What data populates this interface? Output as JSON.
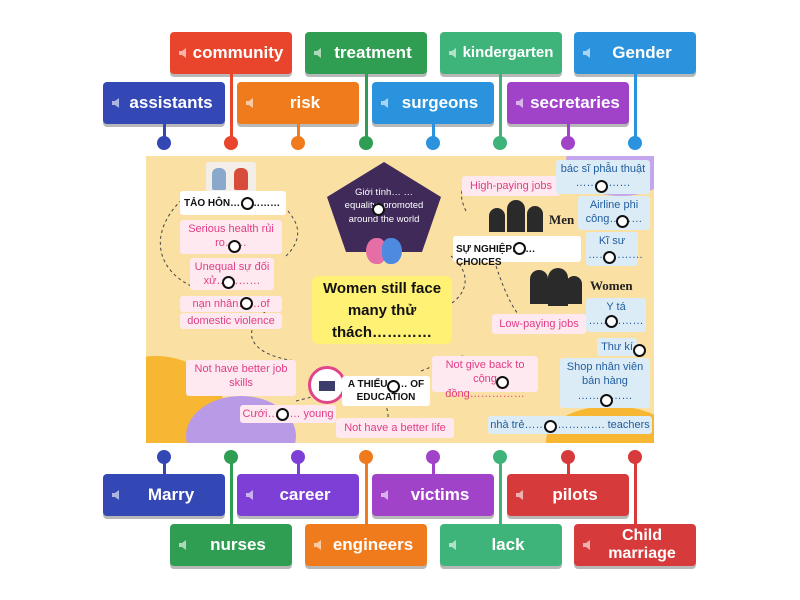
{
  "tiles_top": [
    "community",
    "treatment",
    "kindergarten",
    "Gender",
    "assistants",
    "risk",
    "surgeons",
    "secretaries"
  ],
  "tiles_bottom": [
    "Marry",
    "career",
    "victims",
    "pilots",
    "nurses",
    "engineers",
    "lack",
    "Child marriage"
  ],
  "colors": {
    "red": "#e8452c",
    "green": "#2f9e52",
    "teal": "#3fb47a",
    "blue": "#2b93dd",
    "navy": "#3348b5",
    "orange": "#f07b1c",
    "purple": "#a143c9",
    "violet": "#7d3fd6",
    "board": "#fbe0a4"
  },
  "board": {
    "center_title": "Women still face many thử thách…………",
    "pentagon_text": "Giới tính… …equality- promoted around the world",
    "tao_hon": "TẢO HÔN……………",
    "serious_health": "Serious health rủi ro……",
    "unequal": "Unequal sự đối xử…………",
    "victims_line1": "nạn nhân……of",
    "victims_line2": "domestic violence",
    "high_paying": "High-paying jobs",
    "men": "Men",
    "career": "SỰ NGHIỆP……. CHOICES",
    "women": "Women",
    "low_paying": "Low-paying jobs",
    "bac_si": "bác sĩ phẫu thuật ……………",
    "airline": "Airline phi công………",
    "ki_su": "Kĩ sư ……………",
    "y_ta": "Y tá ……………",
    "thu_ki": "Thư kí",
    "shop": "Shop nhân viên bán hàng ……………",
    "nha_tre": "nhà trẻ…………………. teachers",
    "not_better_job": "Not have better job skills",
    "cuoi": "Cưới……… young",
    "lack_edu": "A THIẾU…… OF EDUCATION",
    "not_give_back": "Not give back to cộng đồng……………",
    "not_better_life": "Not have a better life"
  }
}
